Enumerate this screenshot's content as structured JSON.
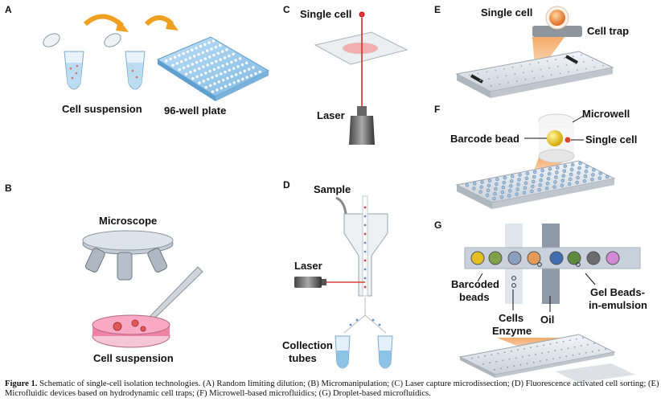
{
  "panels": {
    "A": {
      "letter": "A",
      "cell_suspension": "Cell suspension",
      "plate": "96-well plate"
    },
    "B": {
      "letter": "B",
      "microscope": "Microscope",
      "cell_suspension": "Cell suspension"
    },
    "C": {
      "letter": "C",
      "single_cell": "Single cell",
      "laser": "Laser"
    },
    "D": {
      "letter": "D",
      "sample": "Sample",
      "laser": "Laser",
      "collection_line1": "Collection",
      "collection_line2": "tubes"
    },
    "E": {
      "letter": "E",
      "single_cell": "Single cell",
      "cell_trap": "Cell trap"
    },
    "F": {
      "letter": "F",
      "microwell": "Microwell",
      "barcode_bead": "Barcode bead",
      "single_cell": "Single cell"
    },
    "G": {
      "letter": "G",
      "barcoded_line1": "Barcoded",
      "barcoded_line2": "beads",
      "cells": "Cells",
      "enzyme": "Enzyme",
      "oil": "Oil",
      "gel_line1": "Gel Beads-",
      "gel_line2": "in-emulsion"
    }
  },
  "caption": {
    "label": "Figure 1.",
    "text": " Schematic of single-cell isolation technologies. (A) Random limiting dilution; (B) Micromanipulation; (C) Laser capture microdissection; (D) Fluorescence activated cell sorting; (E) Microfluidic devices based on hydrodynamic cell traps; (F) Microwell-based microfluidics; (G) Droplet-based microfluidics."
  },
  "colors": {
    "plate_blue": "#8ec3e8",
    "laser_red": "#e23b3b",
    "accent_orange": "#f0a020",
    "dish_pink": "#f07aa0",
    "chip_gray": "#d8dde3"
  }
}
